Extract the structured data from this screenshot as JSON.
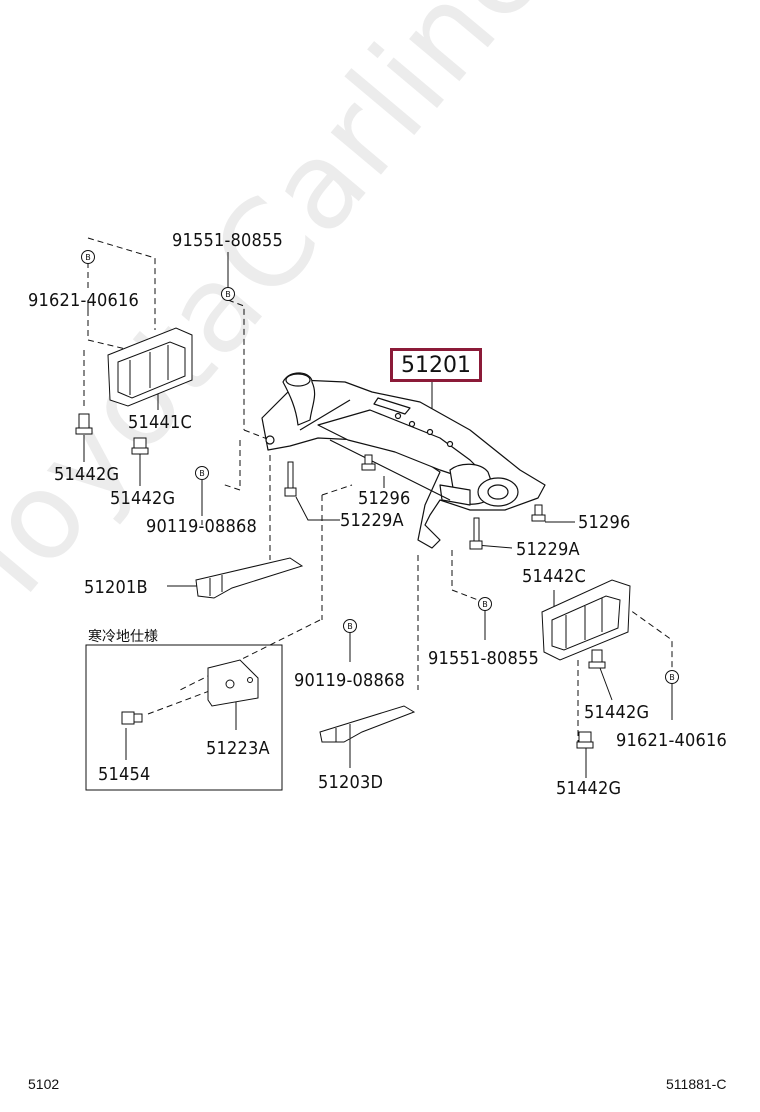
{
  "watermark": "ToyotaCarline.ru",
  "main_part": {
    "number": "51201"
  },
  "inset": {
    "title": "寒冷地仕様"
  },
  "footer": {
    "page_ref": "5102",
    "drawing_code": "511881-C"
  },
  "colors": {
    "highlight_box": "#8b1a38",
    "line": "#111111",
    "watermark": "#ececec"
  },
  "callouts": {
    "p91551_top": "91551-80855",
    "p91621_left": "91621-40616",
    "p51441c": "51441C",
    "p51442g_l1": "51442G",
    "p51442g_l2": "51442G",
    "p90119_top": "90119-08868",
    "p51296_mid": "51296",
    "p51229a_left": "51229A",
    "p51296_right": "51296",
    "p51229a_right": "51229A",
    "p51201b": "51201B",
    "p51442c": "51442C",
    "p91551_bottom": "91551-80855",
    "p90119_bottom": "90119-08868",
    "p51223a": "51223A",
    "p51454": "51454",
    "p51203d": "51203D",
    "p51442g_r1": "51442G",
    "p91621_right": "91621-40616",
    "p51442g_r2": "51442G"
  },
  "b_marker": "B"
}
